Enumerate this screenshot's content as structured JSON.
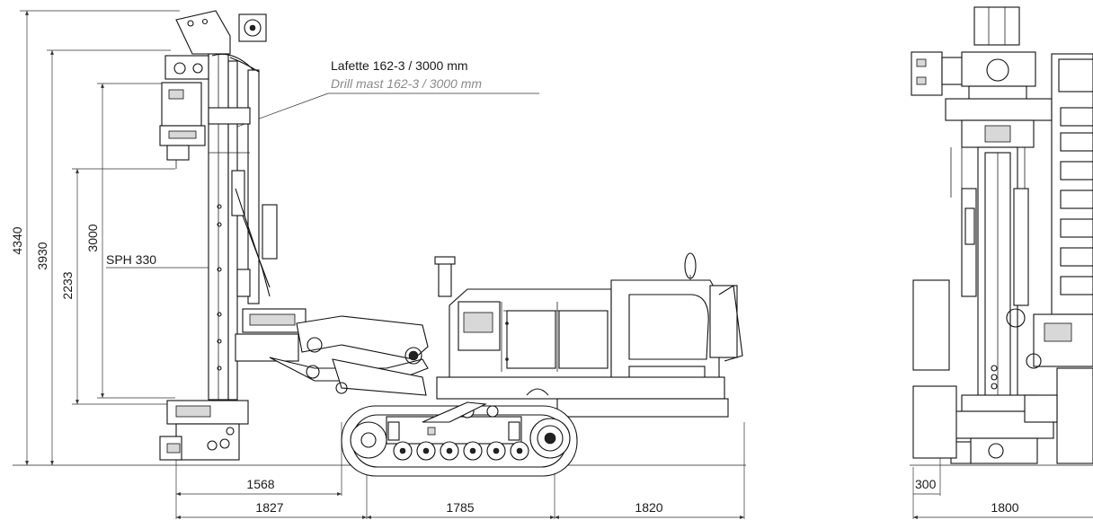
{
  "callout": {
    "main": "Lafette 162-3 / 3000 mm",
    "sub": "Drill mast 162-3 / 3000 mm"
  },
  "label_sph": "SPH 330",
  "dimensions": {
    "vertical": [
      "4340",
      "3930",
      "2233",
      "3000"
    ],
    "horizontal": [
      "1568",
      "1827",
      "1785",
      "1820"
    ],
    "front": [
      "300",
      "1800"
    ]
  }
}
